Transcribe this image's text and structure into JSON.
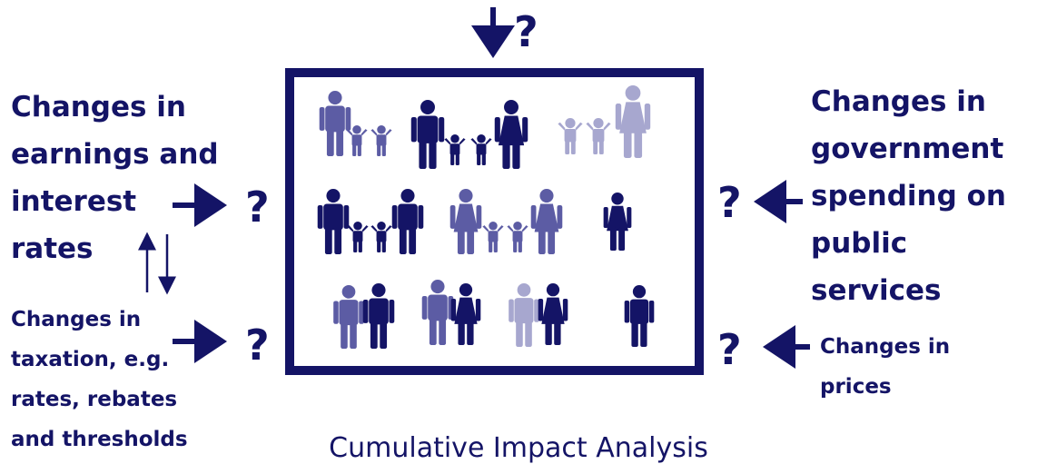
{
  "title": "Cumulative Impact Analysis",
  "question_mark": "?",
  "labels": {
    "top_left": [
      "Changes in",
      "earnings and",
      "interest",
      "rates"
    ],
    "bottom_left": [
      "Changes in",
      "taxation, e.g.",
      "rates, rebates",
      "and thresholds"
    ],
    "top_right": [
      "Changes in",
      "government",
      "spending on",
      "public services"
    ],
    "bottom_right": [
      "Changes in",
      "prices"
    ]
  },
  "colors": {
    "dark": "#141466",
    "medium": "#5c5ca4",
    "light": "#a7a7cf"
  },
  "icons": {
    "figure": "person-icon",
    "arrow": "arrow-icon"
  }
}
